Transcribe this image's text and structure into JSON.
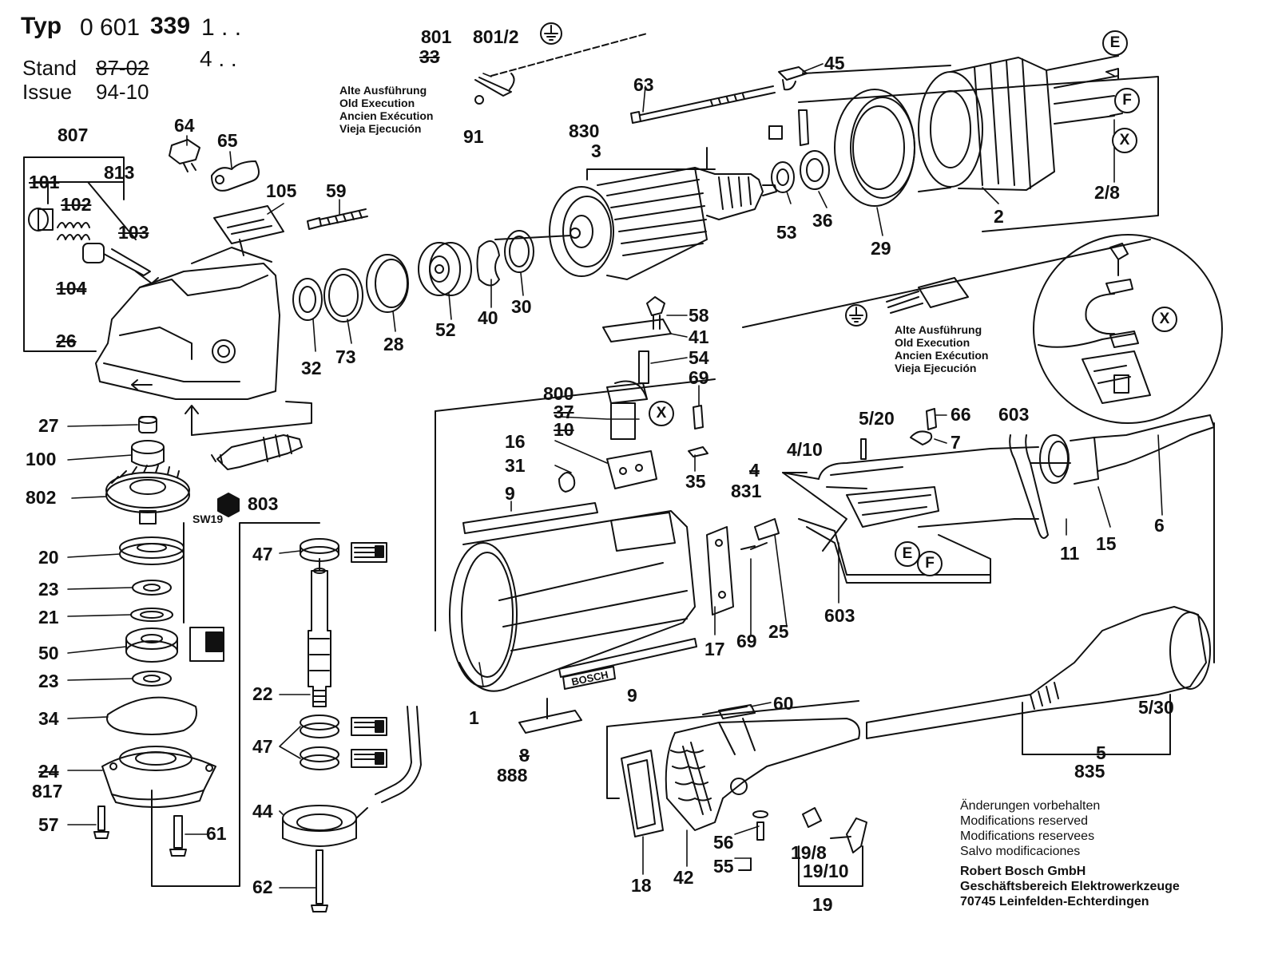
{
  "header": {
    "typ_label": "Typ",
    "typ_prefix": "0 601",
    "typ_code": "339",
    "typ_suffix": "1 . .",
    "suffix2": "4 . .",
    "stand_label": "Stand",
    "stand_value": "87-02",
    "issue_label": "Issue",
    "issue_value": "94-10"
  },
  "notes": {
    "old_execution_lines": [
      "Alte Ausführung",
      "Old Execution",
      "Ancien Exécution",
      "Vieja Ejecución"
    ]
  },
  "circle_marks": {
    "E": "E",
    "F": "F",
    "X": "X"
  },
  "part_labels": [
    "801",
    "801/2",
    "33",
    "91",
    "63",
    "45",
    "830",
    "3",
    "53",
    "36",
    "29",
    "2",
    "2/8",
    "807",
    "813",
    "101",
    "102",
    "103",
    "104",
    "26",
    "64",
    "65",
    "105",
    "59",
    "32",
    "73",
    "28",
    "52",
    "40",
    "30",
    "58",
    "41",
    "54",
    "69",
    "800",
    "37",
    "10",
    "16",
    "31",
    "35",
    "9",
    "1",
    "17",
    "25",
    "5/20",
    "66",
    "7",
    "603",
    "4/10",
    "4",
    "831",
    "11",
    "15",
    "6",
    "27",
    "100",
    "802",
    "803",
    "SW19",
    "20",
    "23",
    "21",
    "50",
    "34",
    "24",
    "817",
    "57",
    "61",
    "47",
    "22",
    "44",
    "62",
    "60",
    "5/30",
    "5",
    "835",
    "8",
    "888",
    "18",
    "42",
    "56",
    "55",
    "19/8",
    "19/10",
    "19"
  ],
  "footer": {
    "lines": [
      "Änderungen vorbehalten",
      "Modifications reserved",
      "Modifications reservees",
      "Salvo modificaciones"
    ],
    "company_lines": [
      "Robert Bosch GmbH",
      "Geschäftsbereich Elektrowerkzeuge",
      "70745 Leinfelden-Echterdingen"
    ]
  },
  "brand_mark": "BOSCH"
}
